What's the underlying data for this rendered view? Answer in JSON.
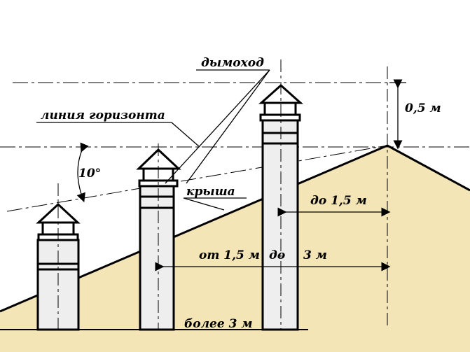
{
  "labels": {
    "chimney": "дымоход",
    "horizon_line": "линия горизонта",
    "angle": "10°",
    "roof": "крыша",
    "height_above_ridge": "0,5 м",
    "dist_up_to": "до 1,5 м",
    "dist_from": "от 1,5 м",
    "dist_to": "до",
    "dist_to_value": "3 м",
    "dist_more": "более 3 м"
  },
  "colors": {
    "roof_fill": "#f3e5b5",
    "chimney_fill": "#eeeeee",
    "line": "#000000",
    "background": "#ffffff"
  }
}
